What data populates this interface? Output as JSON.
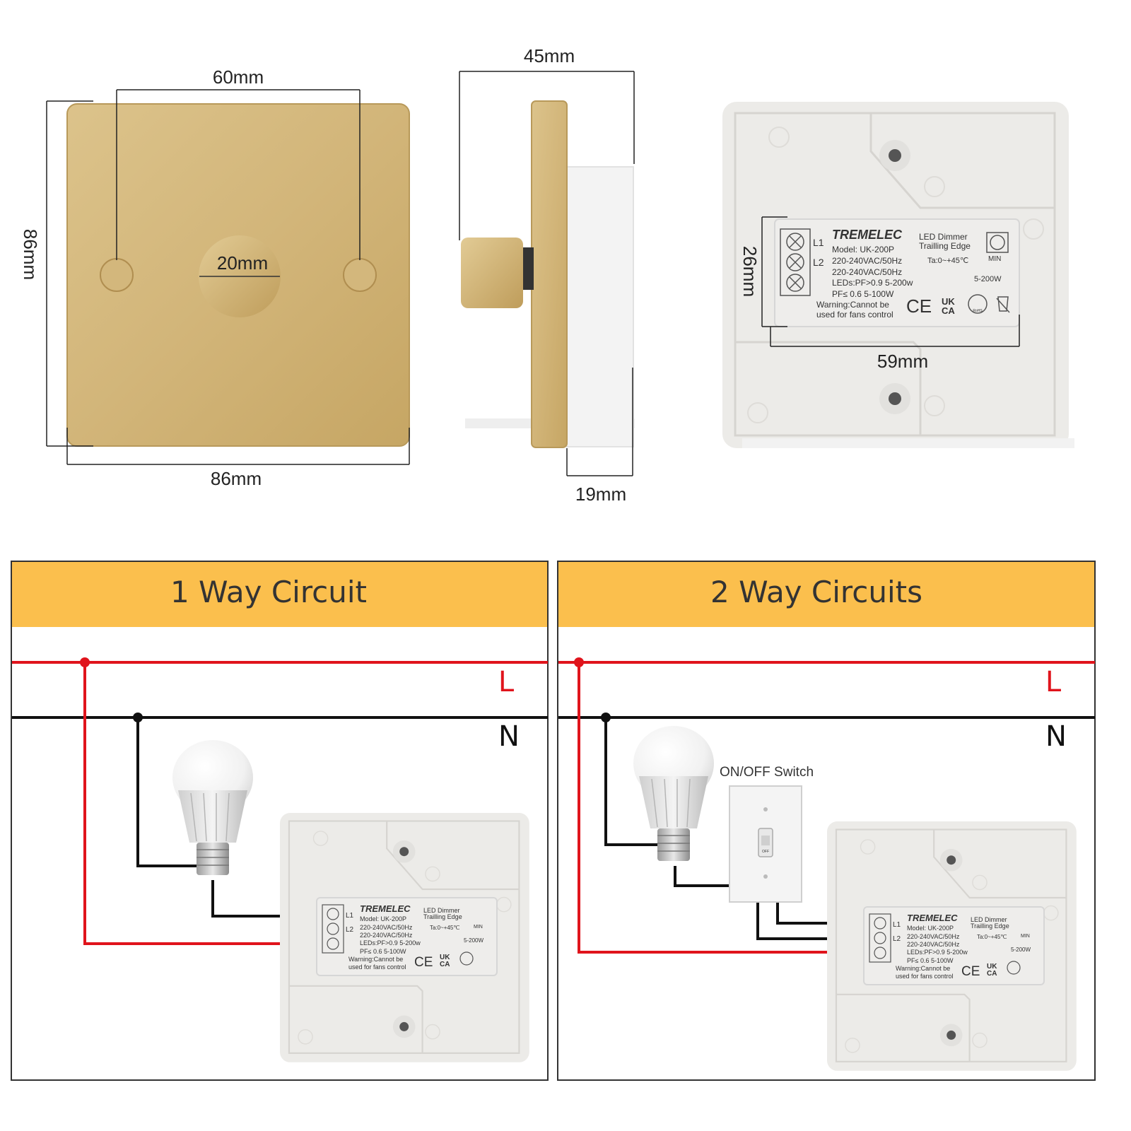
{
  "dimensions": {
    "plate_top_width": "60mm",
    "plate_height": "86mm",
    "knob_diameter": "20mm",
    "plate_bottom_width": "86mm",
    "side_total_depth": "45mm",
    "side_back_depth": "19mm",
    "module_height": "26mm",
    "module_width": "59mm"
  },
  "module_label": {
    "brand": "TREMELEC",
    "title": "LED Dimmer",
    "subtitle": "Trailling Edge",
    "model": "Model: UK-200P",
    "voltage_1": "220-240VAC/50Hz",
    "voltage_2": "220-240VAC/50Hz",
    "leds": "LEDs:PF>0.9 5-200w",
    "pf": "PF≤ 0.6 5-100W",
    "warning_1": "Warning:Cannot be",
    "warning_2": "used for fans control",
    "temp": "Ta:0~+45℃",
    "watt": "5-200W",
    "min": "MIN",
    "terminal_l1": "L1",
    "terminal_l2": "L2",
    "mark_ce": "CE",
    "mark_uk": "UK",
    "mark_ca": "CA",
    "mark_rohs": "RoHS"
  },
  "circuit_1": {
    "title": "1 Way Circuit",
    "live_label": "L",
    "neutral_label": "N"
  },
  "circuit_2": {
    "title": "2 Way Circuits",
    "live_label": "L",
    "neutral_label": "N",
    "switch_label": "ON/OFF Switch",
    "switch_text": "OFF"
  },
  "colors": {
    "gold": "#d2b579",
    "header": "#fbbf4d",
    "live_wire": "#e0141c",
    "neutral_wire": "#111111",
    "module_bg": "#eeedeb"
  }
}
